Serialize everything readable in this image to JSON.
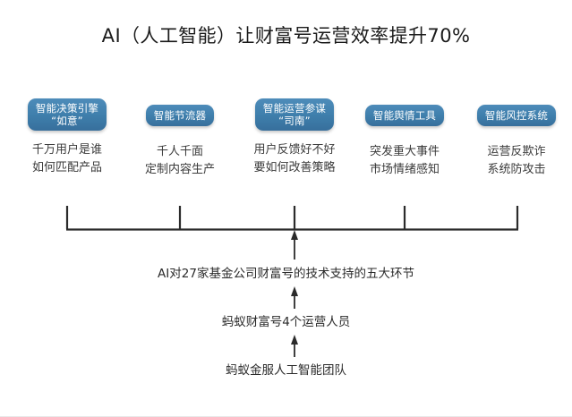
{
  "title": "AI（人工智能）让财富号运营效率提升70%",
  "colors": {
    "badge_top": "#4e8cba",
    "badge_bottom": "#376f9c",
    "badge_text": "#ffffff",
    "body_text": "#3b3b3b",
    "title_text": "#1b1b1b",
    "line": "#222222",
    "background": "#ffffff"
  },
  "columns": [
    {
      "badge_line1": "智能决策引擎",
      "badge_line2": "“如意”",
      "desc_line1": "千万用户是谁",
      "desc_line2": "如何匹配产品"
    },
    {
      "badge_line1": "智能节流器",
      "badge_line2": "",
      "desc_line1": "千人千面",
      "desc_line2": "定制内容生产"
    },
    {
      "badge_line1": "智能运营参谋",
      "badge_line2": "“司南”",
      "desc_line1": "用户反馈好不好",
      "desc_line2": "要如何改善策略"
    },
    {
      "badge_line1": "智能舆情工具",
      "badge_line2": "",
      "desc_line1": "突发重大事件",
      "desc_line2": "市场情绪感知"
    },
    {
      "badge_line1": "智能风控系统",
      "badge_line2": "",
      "desc_line1": "运营反欺诈",
      "desc_line2": "系统防攻击"
    }
  ],
  "flow": [
    "AI对27家基金公司财富号的技术支持的五大环节",
    "蚂蚁财富号4个运营人员",
    "蚂蚁金服人工智能团队"
  ]
}
